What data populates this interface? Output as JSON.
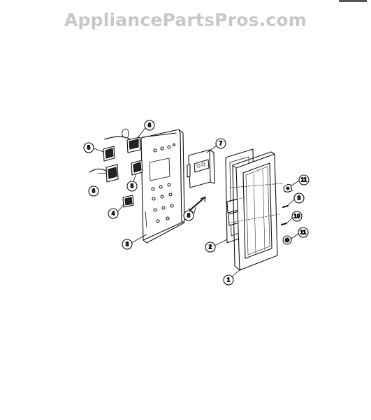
{
  "watermark": {
    "text": "AppliancePartsPros.com"
  },
  "callouts": [
    {
      "id": "c-1",
      "label": "1"
    },
    {
      "id": "c-2",
      "label": "2"
    },
    {
      "id": "c-3",
      "label": "3"
    },
    {
      "id": "c-4",
      "label": "4"
    },
    {
      "id": "c-5a",
      "label": "5"
    },
    {
      "id": "c-5b",
      "label": "5"
    },
    {
      "id": "c-6a",
      "label": "6"
    },
    {
      "id": "c-6b",
      "label": "6"
    },
    {
      "id": "c-6c",
      "label": "6"
    },
    {
      "id": "c-7",
      "label": "7"
    },
    {
      "id": "c-8a",
      "label": "8"
    },
    {
      "id": "c-8b",
      "label": "8"
    },
    {
      "id": "c-10",
      "label": "10"
    },
    {
      "id": "c-11a",
      "label": "11"
    },
    {
      "id": "c-11b",
      "label": "11"
    }
  ]
}
